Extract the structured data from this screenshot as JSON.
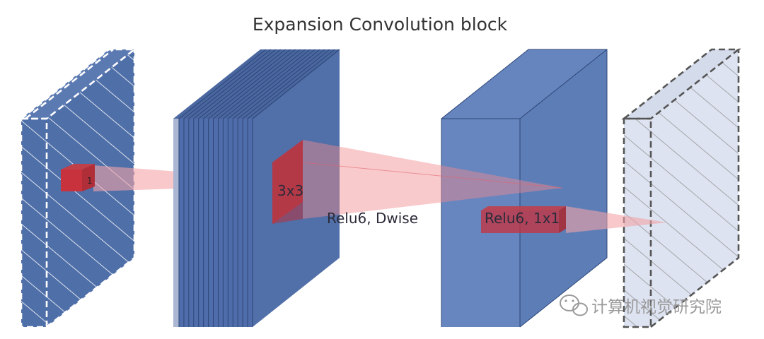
{
  "title": "Expansion Convolution block",
  "labels": {
    "input_kernel": "1",
    "dwise_kernel": "3x3",
    "dwise_op": "Relu6, Dwise",
    "project_op": "Relu6, 1x1"
  },
  "watermark": "计算机视觉研究院",
  "colors": {
    "block_blue": "#4f6fa8",
    "block_blue_light": "#6b87bd",
    "output_fill": "#dde3f0",
    "kernel_red": "#c8323c",
    "cone_pink": "#f4a3a8"
  }
}
